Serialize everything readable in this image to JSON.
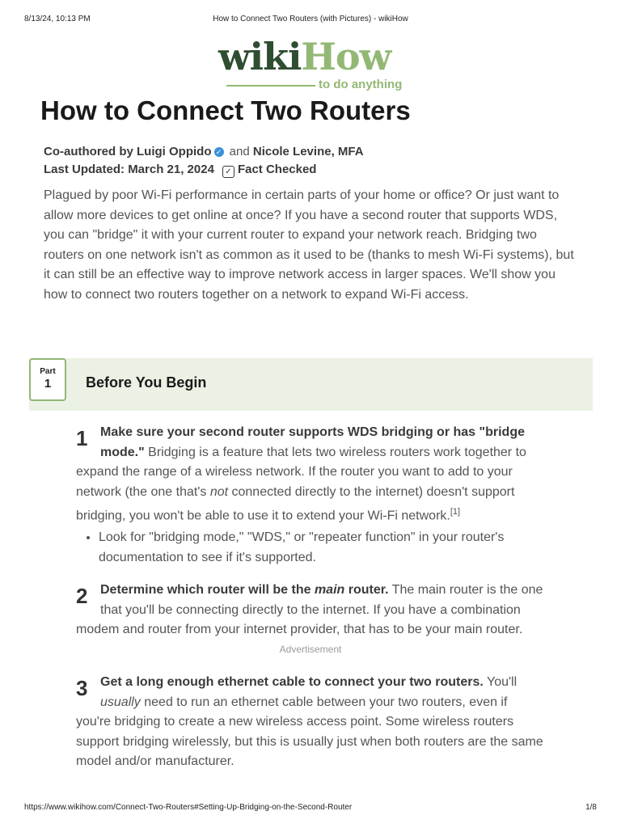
{
  "print_header": {
    "date": "8/13/24, 10:13 PM",
    "title": "How to Connect Two Routers (with Pictures) - wikiHow"
  },
  "logo": {
    "wiki": "wiki",
    "how": "How",
    "tagline": "to do anything"
  },
  "article": {
    "title": "How to Connect Two Routers",
    "byline": {
      "coauthored_prefix": "Co-authored by",
      "author1": "Luigi Oppido",
      "and": "and",
      "author2": "Nicole Levine, MFA",
      "updated_label": "Last Updated:",
      "updated_date": "March 21, 2024",
      "fact_checked": "Fact Checked"
    },
    "intro": "Plagued by poor Wi-Fi performance in certain parts of your home or office? Or just want to allow more devices to get online at once? If you have a second router that supports WDS, you can \"bridge\" it with your current router to expand your network reach. Bridging two routers on one network isn't as common as it used to be (thanks to mesh Wi-Fi systems), but it can still be an effective way to improve network access in larger spaces. We'll show you how to connect two routers together on a network to expand Wi-Fi access."
  },
  "part": {
    "label": "Part",
    "number": "1",
    "title": "Before You Begin"
  },
  "steps": [
    {
      "number": "1",
      "bold": "Make sure your second router supports WDS bridging or has \"bridge mode.\"",
      "text_a": " Bridging is a feature that lets two wireless routers work together to expand the range of a wireless network. If the router you want to add to your network (the one that's ",
      "italic": "not",
      "text_b": " connected directly to the internet) doesn't support bridging, you won't be able to use it to extend your Wi-Fi network.",
      "ref": "[1]"
    },
    {
      "number": "2",
      "bold_a": "Determine which router will be the ",
      "bold_italic": "main",
      "bold_b": " router.",
      "text": " The main router is the one that you'll be connecting directly to the internet. If you have a combination modem and router from your internet provider, that has to be your main router."
    },
    {
      "number": "3",
      "bold": "Get a long enough ethernet cable to connect your two routers.",
      "text_a": " You'll ",
      "italic": "usually",
      "text_b": " need to run an ethernet cable between your two routers, even if you're bridging to create a new wireless access point. Some wireless routers support bridging wirelessly, but this is usually just when both routers are the same model and/or manufacturer."
    }
  ],
  "tips": [
    "Look for \"bridging mode,\" \"WDS,\" or \"repeater function\" in your router's documentation to see if it's supported."
  ],
  "advertisement_label": "Advertisement",
  "print_footer": {
    "url": "https://www.wikihow.com/Connect-Two-Routers#Setting-Up-Bridging-on-the-Second-Router",
    "page": "1/8"
  }
}
